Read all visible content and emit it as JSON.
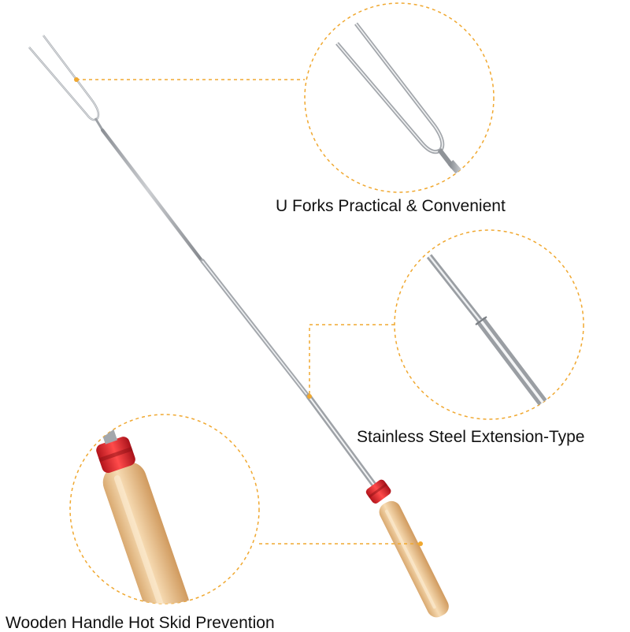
{
  "callouts": {
    "fork": {
      "label": "U Forks Practical & Convenient"
    },
    "extension": {
      "label": "Stainless Steel Extension-Type"
    },
    "handle": {
      "label": "Wooden Handle Hot Skid Prevention"
    }
  },
  "colors": {
    "background": "#ffffff",
    "callout_line": "#f0a830",
    "steel": "#b9bdc2",
    "wood": "#efc895",
    "grip": "#d9232a",
    "text": "#111111"
  }
}
